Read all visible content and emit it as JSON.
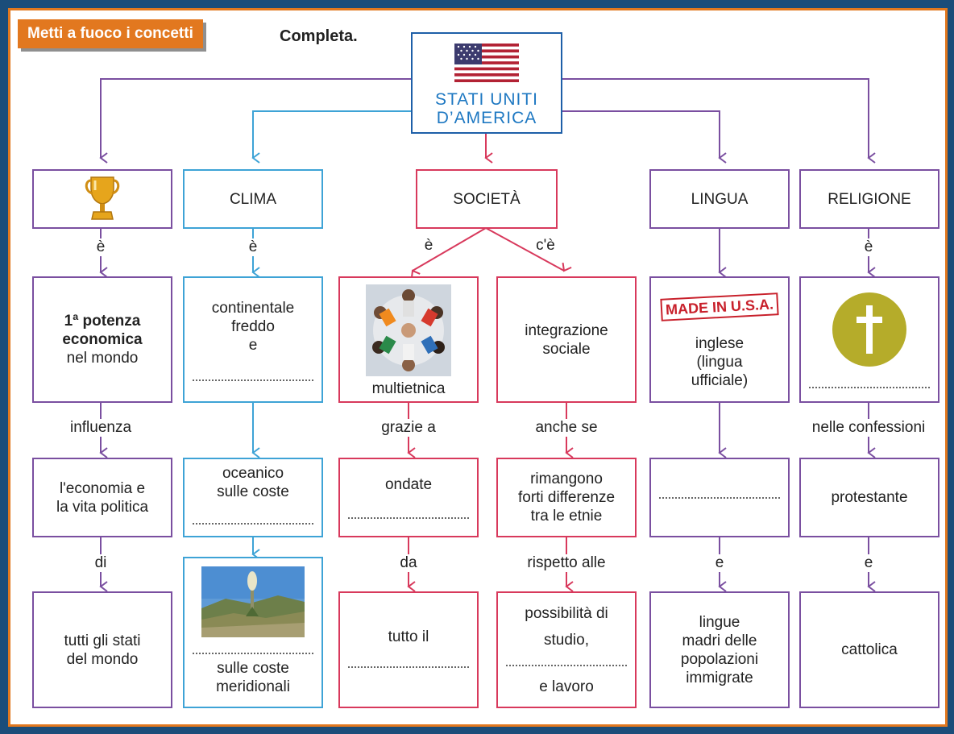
{
  "header": {
    "tag": "Metti a fuoco i concetti",
    "instruction": "Completa."
  },
  "colors": {
    "purple": "#7a4fa0",
    "cyan": "#3ea3d6",
    "red": "#d8395c",
    "orange": "#e2781f",
    "frame": "#1b4d7a"
  },
  "root": {
    "line1": "STATI UNITI",
    "line2": "D’AMERICA",
    "icon": "usa-flag-icon"
  },
  "economia": {
    "header_icon": "trophy-icon",
    "link1": "è",
    "box1_bold1": "1ª potenza",
    "box1_bold2": "economica",
    "box1_line3": "nel mondo",
    "link2": "influenza",
    "box2_line1": "l'economia e",
    "box2_line2": "la vita politica",
    "link3": "di",
    "box3_line1": "tutti gli stati",
    "box3_line2": "del mondo"
  },
  "clima": {
    "header": "CLIMA",
    "link1": "è",
    "box1_line1": "continentale",
    "box1_line2": "freddo",
    "box1_line3": "e",
    "box2_line1": "oceanico",
    "box2_line2": "sulle coste",
    "box3_image": "desert-landscape-photo",
    "box3_line1": "sulle coste",
    "box3_line2": "meridionali"
  },
  "societa": {
    "header": "SOCIETÀ",
    "left": {
      "link1": "è",
      "box1_image": "people-circle-photo",
      "box1_text": "multietnica",
      "link2": "grazie a",
      "box2_text": "ondate",
      "link3": "da",
      "box3_text": "tutto il"
    },
    "right": {
      "link1": "c'è",
      "box1_line1": "integrazione",
      "box1_line2": "sociale",
      "link2": "anche se",
      "box2_line1": "rimangono",
      "box2_line2": "forti differenze",
      "box2_line3": "tra le etnie",
      "link3": "rispetto alle",
      "box3_line1": "possibilità di",
      "box3_line2": "studio,",
      "box3_line3": "e lavoro"
    }
  },
  "lingua": {
    "header": "LINGUA",
    "stamp": "MADE IN U.S.A.",
    "box1_line1": "inglese",
    "box1_line2": "(lingua",
    "box1_line3": "ufficiale)",
    "link3": "e",
    "box3_line1": "lingue",
    "box3_line2": "madri delle",
    "box3_line3": "popolazioni",
    "box3_line4": "immigrate"
  },
  "religione": {
    "header": "RELIGIONE",
    "link1": "è",
    "box1_icon": "cross-icon",
    "link2": "nelle confessioni",
    "box2_text": "protestante",
    "link3": "e",
    "box3_text": "cattolica"
  }
}
